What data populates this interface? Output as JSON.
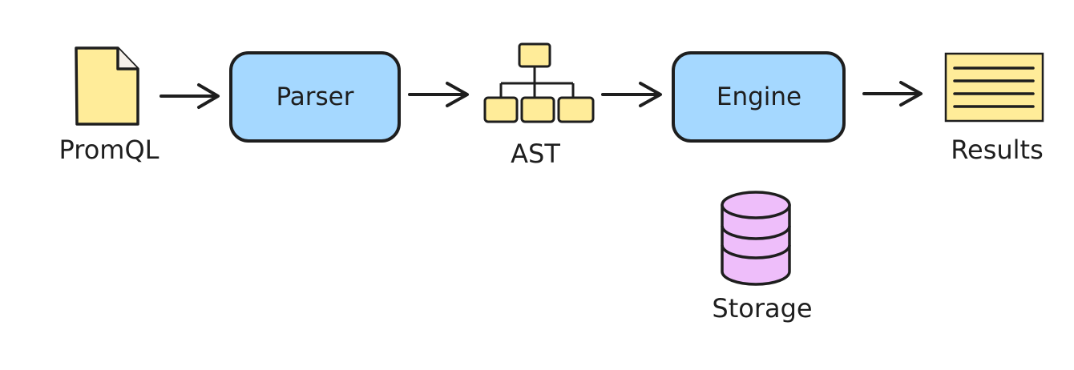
{
  "nodes": {
    "promql": {
      "label": "PromQL",
      "icon": "document-icon",
      "fill": "#ffec99"
    },
    "parser": {
      "label": "Parser",
      "shape": "rounded-box",
      "fill": "#a5d8ff"
    },
    "ast": {
      "label": "AST",
      "icon": "tree-icon",
      "fill": "#ffec99"
    },
    "engine": {
      "label": "Engine",
      "shape": "rounded-box",
      "fill": "#a5d8ff"
    },
    "results": {
      "label": "Results",
      "icon": "results-sheet-icon",
      "fill": "#ffec99"
    },
    "storage": {
      "label": "Storage",
      "icon": "database-icon",
      "fill": "#eebefa"
    }
  },
  "edges": [
    {
      "from": "PromQL",
      "to": "Parser"
    },
    {
      "from": "Parser",
      "to": "AST"
    },
    {
      "from": "AST",
      "to": "Engine"
    },
    {
      "from": "Engine",
      "to": "Results"
    }
  ],
  "colors": {
    "stroke": "#1e1e1e",
    "blue": "#a5d8ff",
    "yellow": "#ffec99",
    "purple": "#eebefa"
  }
}
